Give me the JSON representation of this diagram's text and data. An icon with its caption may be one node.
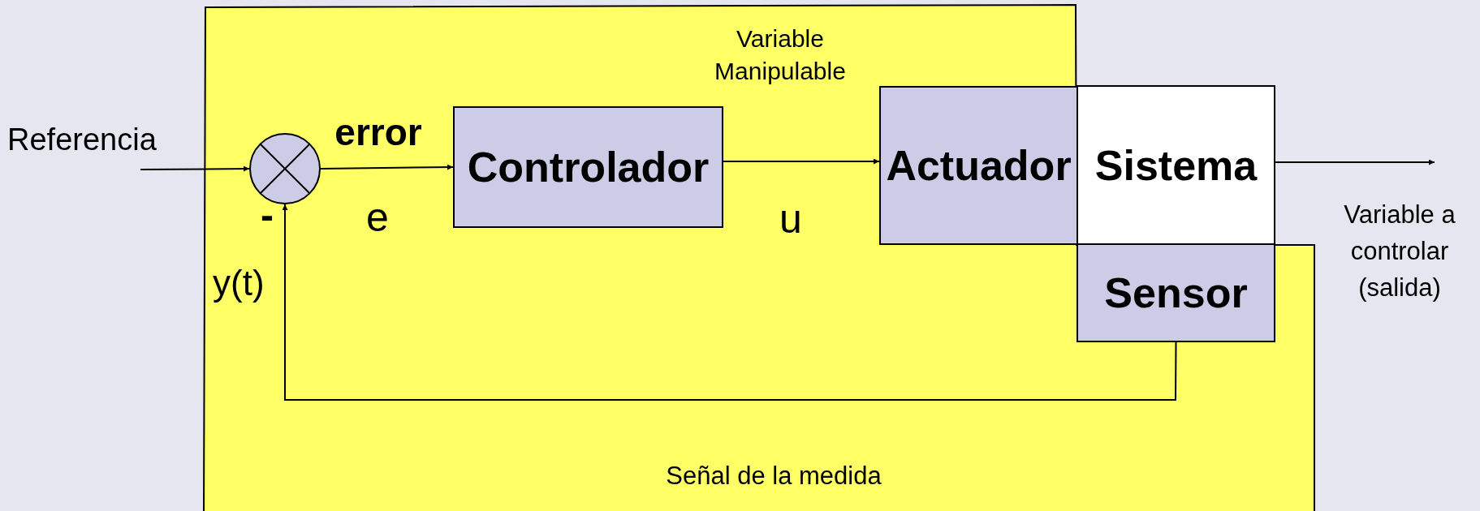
{
  "diagram": {
    "nodes": [
      {
        "text": [],
        "shape": "circle"
      },
      {
        "text": [
          "Controlador"
        ]
      },
      {
        "text": [
          "Actuador"
        ]
      },
      {
        "text": [
          "Sistema"
        ]
      },
      {
        "text": [
          "Sensor"
        ]
      }
    ],
    "edges": [
      {
        "from": null,
        "to": 0,
        "arrow": "to"
      },
      {
        "from": 0,
        "to": 1,
        "arrow": "to"
      },
      {
        "from": 1,
        "to": 2,
        "arrow": "to"
      },
      {
        "from": 3,
        "to": null,
        "arrow": "to"
      },
      {
        "from": 4,
        "to": 0,
        "arrow": "to"
      }
    ],
    "labels": [
      "Variable Manipulable",
      "Referencia",
      "error",
      "-",
      "e",
      "u",
      "y(t)",
      "Variable a controlar (salida)",
      "Señal de la medida"
    ]
  }
}
